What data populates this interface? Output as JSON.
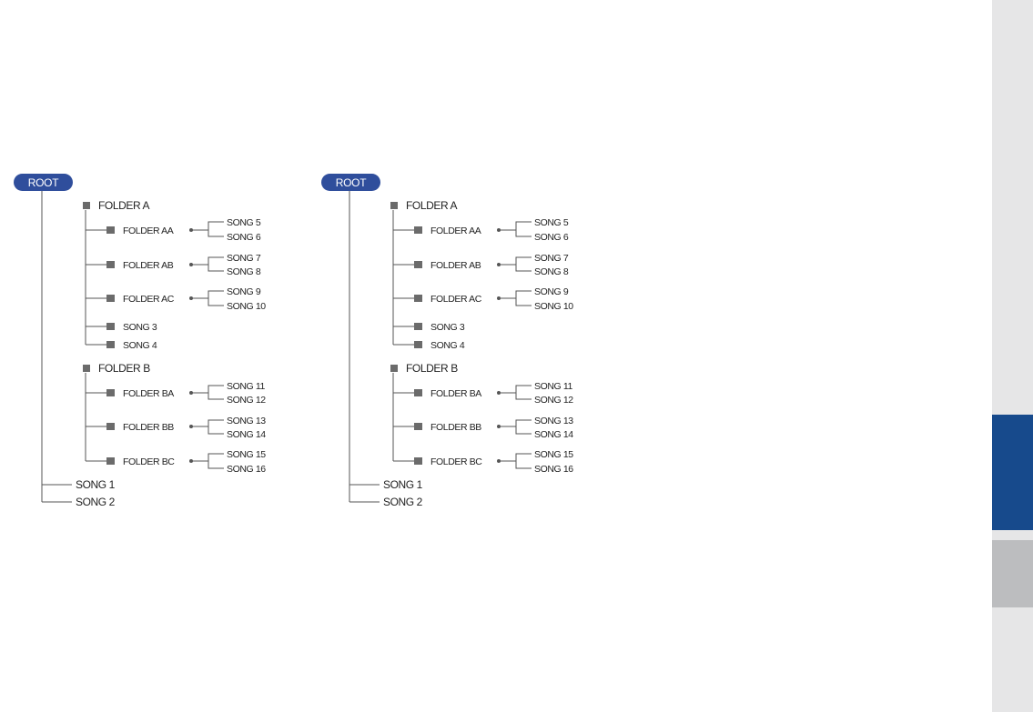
{
  "diagrams": [
    {
      "root": "ROOT",
      "folders": [
        {
          "label": "FOLDER A",
          "subfolders": [
            {
              "label": "FOLDER AA",
              "songs": [
                "SONG 5",
                "SONG 6"
              ]
            },
            {
              "label": "FOLDER AB",
              "songs": [
                "SONG 7",
                "SONG 8"
              ]
            },
            {
              "label": "FOLDER AC",
              "songs": [
                "SONG 9",
                "SONG 10"
              ]
            }
          ],
          "songs": [
            "SONG 3",
            "SONG 4"
          ]
        },
        {
          "label": "FOLDER B",
          "subfolders": [
            {
              "label": "FOLDER BA",
              "songs": [
                "SONG 11",
                "SONG 12"
              ]
            },
            {
              "label": "FOLDER BB",
              "songs": [
                "SONG 13",
                "SONG 14"
              ]
            },
            {
              "label": "FOLDER BC",
              "songs": [
                "SONG 15",
                "SONG 16"
              ]
            }
          ],
          "songs": []
        }
      ],
      "root_songs": [
        "SONG 1",
        "SONG 2"
      ]
    },
    {
      "root": "ROOT",
      "folders": [
        {
          "label": "FOLDER A",
          "subfolders": [
            {
              "label": "FOLDER AA",
              "songs": [
                "SONG 5",
                "SONG 6"
              ]
            },
            {
              "label": "FOLDER AB",
              "songs": [
                "SONG 7",
                "SONG 8"
              ]
            },
            {
              "label": "FOLDER AC",
              "songs": [
                "SONG 9",
                "SONG 10"
              ]
            }
          ],
          "songs": [
            "SONG 3",
            "SONG 4"
          ]
        },
        {
          "label": "FOLDER B",
          "subfolders": [
            {
              "label": "FOLDER BA",
              "songs": [
                "SONG 11",
                "SONG 12"
              ]
            },
            {
              "label": "FOLDER BB",
              "songs": [
                "SONG 13",
                "SONG 14"
              ]
            },
            {
              "label": "FOLDER BC",
              "songs": [
                "SONG 15",
                "SONG 16"
              ]
            }
          ],
          "songs": []
        }
      ],
      "root_songs": [
        "SONG 1",
        "SONG 2"
      ]
    }
  ],
  "colors": {
    "root_pill": "#2f4e9c",
    "side_tab_active": "#174a8c",
    "side_tab_inactive": "#bcbdbf",
    "side_strip": "#e6e6e7"
  }
}
